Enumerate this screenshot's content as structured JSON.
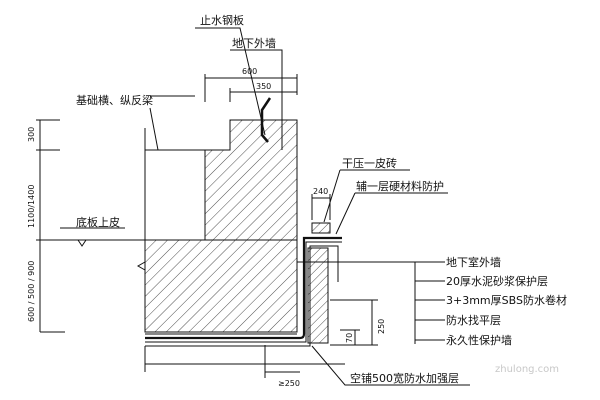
{
  "labels": {
    "waterstop": "止水钢板",
    "outer_wall": "地下外墙",
    "beam": "基础横、纵反梁",
    "slab_top": "底板上皮",
    "brick": "干压一皮砖",
    "hard_protect": "辅一层硬材料防护",
    "basement_wall": "地下室外墙",
    "mortar": "20厚水泥砂浆保护层",
    "sbs": "3+3mm厚SBS防水卷材",
    "leveling": "防水找平层",
    "protect_wall": "永久性保护墙",
    "reinforce": "空铺500宽防水加强层"
  },
  "dimensions": {
    "d600": "600",
    "d350": "350",
    "d300": "300",
    "d1100": "1100/1400",
    "d600b": "600 / 500 / 900",
    "d240": "240",
    "d250": "250",
    "d70": "70",
    "dge250": "≥250"
  },
  "watermark": "zhulong.com"
}
